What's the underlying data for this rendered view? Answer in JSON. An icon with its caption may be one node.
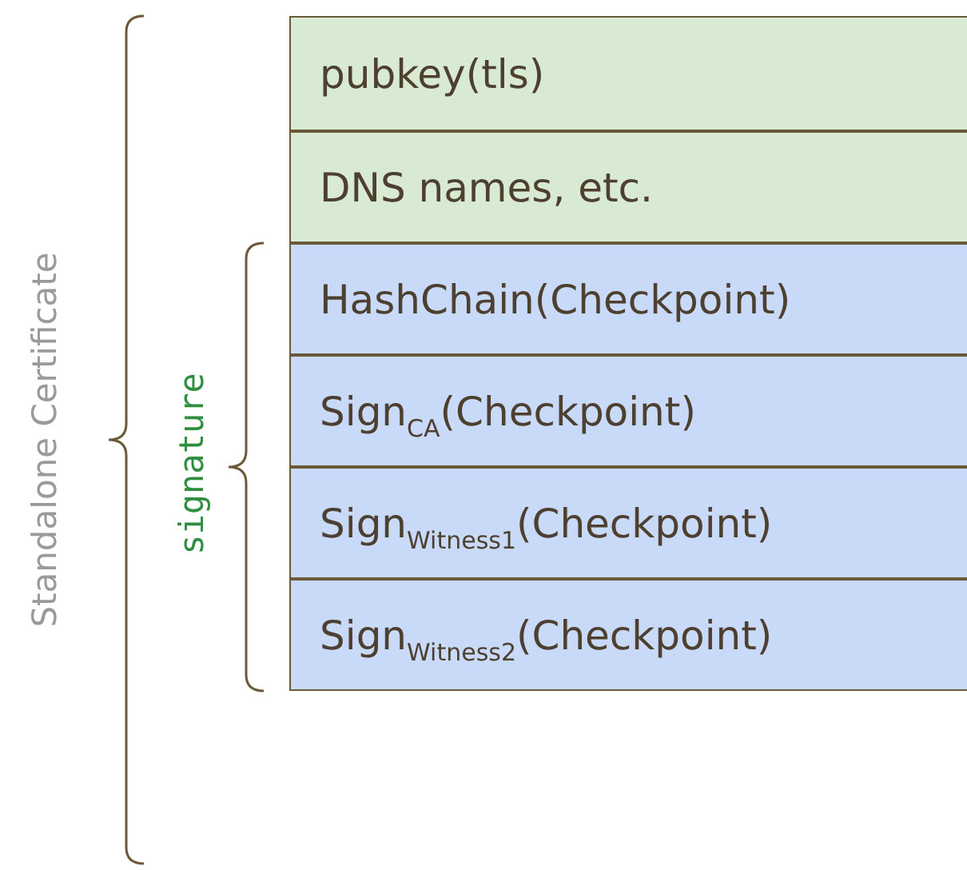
{
  "diagram": {
    "nodes": [
      {
        "text": [
          "pubkey(tls)"
        ]
      },
      {
        "text": [
          "DNS names, etc."
        ]
      },
      {
        "text": [
          "HashChain(Checkpoint)"
        ]
      },
      {
        "text": [
          "Sign$_{CA}$(Checkpoint)"
        ]
      },
      {
        "text": [
          "Sign$_{Witness1}$(Checkpoint)"
        ]
      },
      {
        "text": [
          "Sign$_{Witness2}$(Checkpoint)"
        ]
      }
    ],
    "labels": [
      "Standalone Certificate",
      "signature"
    ]
  }
}
